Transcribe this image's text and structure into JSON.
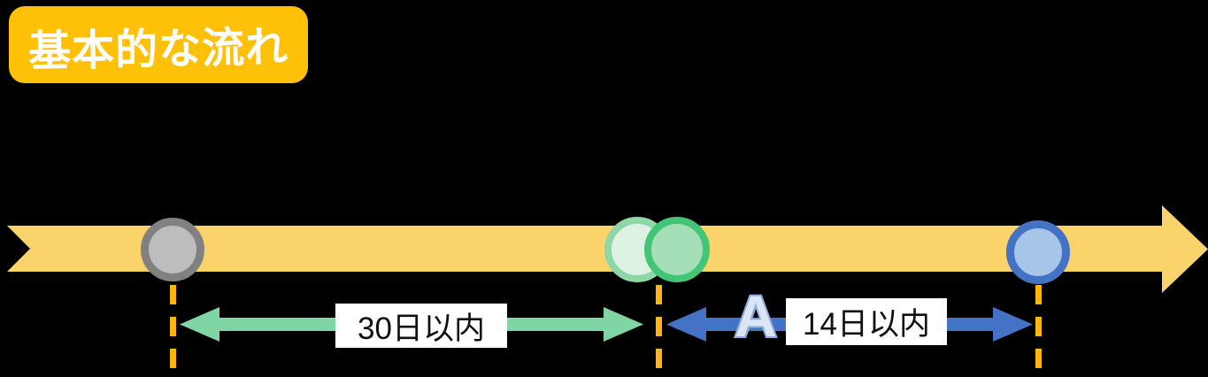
{
  "badge": {
    "label": "基本的な流れ",
    "bg_color": "#FFC008",
    "text_color": "#FFFFFF"
  },
  "timeline": {
    "type": "horizontal-arrow-band",
    "direction": "left-to-right",
    "band_color": "#FAD46B",
    "guide_line_color": "#FFB412",
    "milestones": [
      {
        "id": "start",
        "shape": "circle",
        "ring_color": "#818181",
        "fill_color": "#BDBDBD"
      },
      {
        "id": "mid-secondary",
        "shape": "circle",
        "ring_color": "#8FD7A6",
        "fill_color": "#DEF2E4"
      },
      {
        "id": "mid-primary",
        "shape": "circle",
        "ring_color": "#43C577",
        "fill_color": "#A4DFB7"
      },
      {
        "id": "end",
        "shape": "circle",
        "ring_color": "#4472C4",
        "fill_color": "#A6C5E8"
      }
    ]
  },
  "intervals": [
    {
      "label": "30日以内",
      "arrow_color": "#7FD6A4",
      "label_bg": "#FFFFFF",
      "label_color": "#111111",
      "from_milestone": "start",
      "to_milestone": "mid-primary"
    },
    {
      "label": "14日以内",
      "arrow_color": "#4472C4",
      "label_bg": "#FFFFFF",
      "label_color": "#111111",
      "marker_letter": "A",
      "marker_fill": "#DCE5F6",
      "marker_outline": "#8FAADC",
      "from_milestone": "mid-primary",
      "to_milestone": "end"
    }
  ]
}
